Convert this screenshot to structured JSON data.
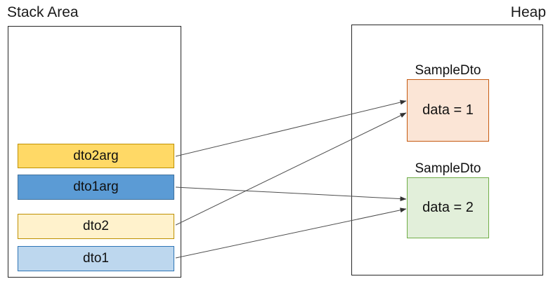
{
  "stack": {
    "title": "Stack Area",
    "frames": [
      {
        "id": "dto2arg",
        "label": "dto2arg",
        "fill": "#FFD966",
        "border": "#BF9000"
      },
      {
        "id": "dto1arg",
        "label": "dto1arg",
        "fill": "#5B9BD5",
        "border": "#41719C"
      },
      {
        "id": "dto2",
        "label": "dto2",
        "fill": "#FFF2CC",
        "border": "#BF9000"
      },
      {
        "id": "dto1",
        "label": "dto1",
        "fill": "#BDD7EE",
        "border": "#2E75B6"
      }
    ]
  },
  "heap": {
    "title": "Heap",
    "objects": [
      {
        "type_label": "SampleDto",
        "value": "data = 1",
        "fill": "#FBE5D6",
        "border": "#C55A11"
      },
      {
        "type_label": "SampleDto",
        "value": "data = 2",
        "fill": "#E2EFDA",
        "border": "#70AD47"
      }
    ]
  },
  "arrows": [
    {
      "from": "dto2arg",
      "to": "SampleDto data = 1"
    },
    {
      "from": "dto2",
      "to": "SampleDto data = 1"
    },
    {
      "from": "dto1arg",
      "to": "SampleDto data = 2"
    },
    {
      "from": "dto1",
      "to": "SampleDto data = 2"
    }
  ],
  "colors": {
    "region_border": "#262626",
    "arrow_stroke": "#4d4d4d",
    "text": "#111111"
  }
}
